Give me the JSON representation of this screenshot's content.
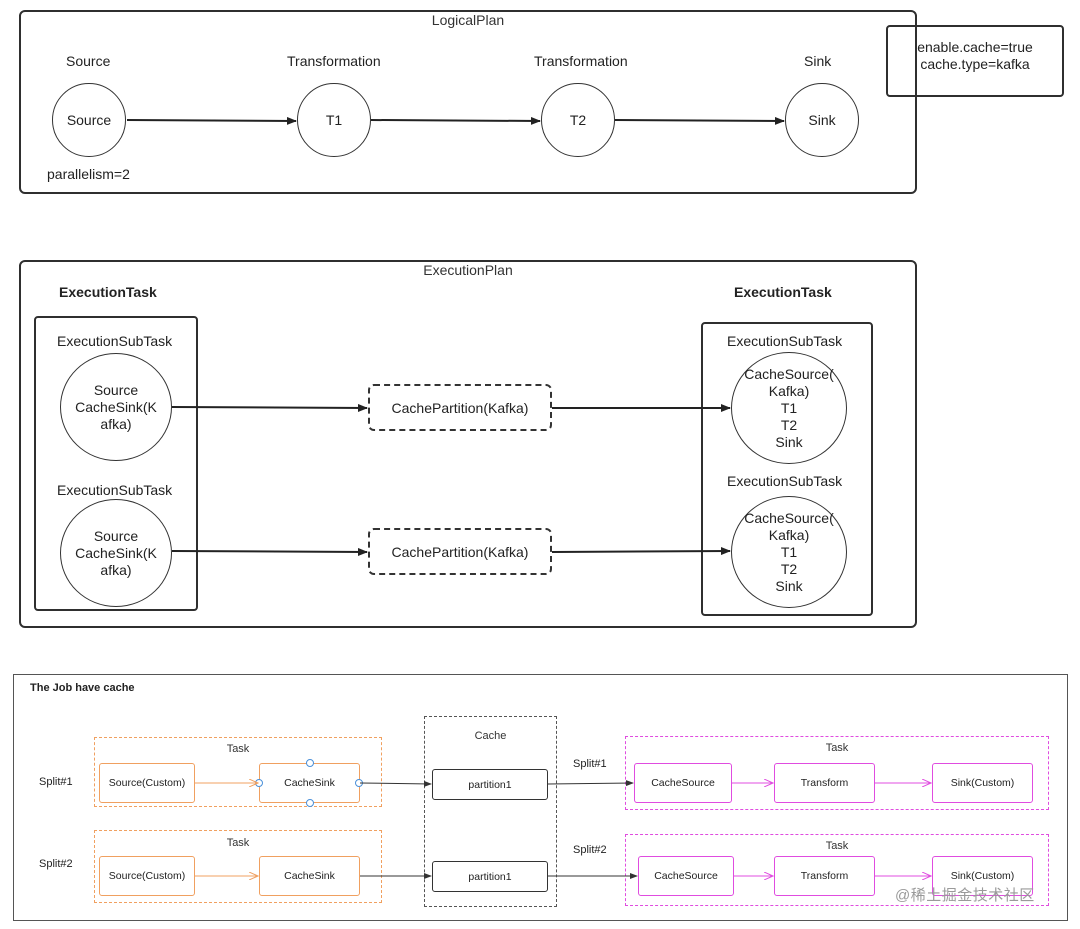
{
  "logical": {
    "title": "LogicalPlan",
    "nodes": [
      {
        "header": "Source",
        "label": "Source"
      },
      {
        "header": "Transformation",
        "label": "T1"
      },
      {
        "header": "Transformation",
        "label": "T2"
      },
      {
        "header": "Sink",
        "label": "Sink"
      }
    ],
    "parallelism": "parallelism=2",
    "config": [
      "enable.cache=true",
      "cache.type=kafka"
    ]
  },
  "execution": {
    "title": "ExecutionPlan",
    "left_task_title": "ExecutionTask",
    "right_task_title": "ExecutionTask",
    "subtask_title": "ExecutionSubTask",
    "left_circle": [
      "Source",
      "CacheSink(K",
      "afka)"
    ],
    "right_circle": [
      "CacheSource(",
      "Kafka)",
      "T1",
      "T2",
      "Sink"
    ],
    "partition_label": "CachePartition(Kafka)"
  },
  "job": {
    "title": "The Job have cache",
    "split1": "Split#1",
    "split2": "Split#2",
    "task_label": "Task",
    "cache_label": "Cache",
    "source_custom": "Source(Custom)",
    "cache_sink": "CacheSink",
    "partition": "partition1",
    "cache_source": "CacheSource",
    "transform": "Transform",
    "sink_custom": "Sink(Custom)",
    "colors": {
      "orange": "#f0a060",
      "magenta": "#e04ce0"
    }
  },
  "watermark": "@稀土掘金技术社区"
}
